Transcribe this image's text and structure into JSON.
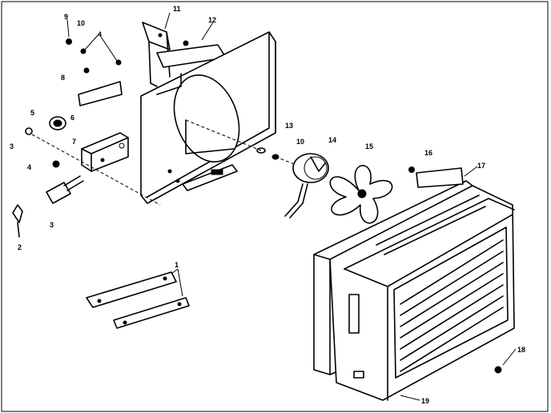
{
  "diagram": {
    "callouts": [
      "1",
      "2",
      "3",
      "3",
      "4",
      "4",
      "5",
      "6",
      "7",
      "8",
      "9",
      "10",
      "10",
      "11",
      "12",
      "13",
      "14",
      "15",
      "16",
      "17",
      "18",
      "19"
    ]
  }
}
